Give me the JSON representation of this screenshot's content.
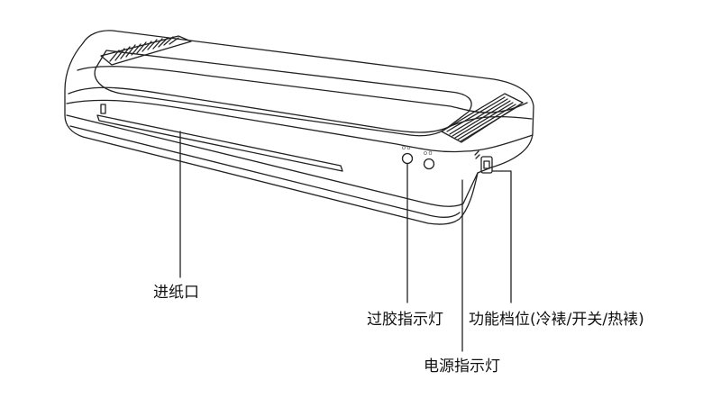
{
  "callouts": {
    "feed_slot": "进纸口",
    "ready_indicator": "过胶指示灯",
    "function_switch": "功能档位(冷裱/开关/热裱)",
    "power_indicator": "电源指示灯"
  },
  "icons": [
    "laminator-body",
    "vent-grille-left",
    "vent-grille-right",
    "ready-lamp",
    "power-lamp",
    "mode-switch"
  ],
  "colors": {
    "line": "#222222",
    "background": "#ffffff"
  }
}
